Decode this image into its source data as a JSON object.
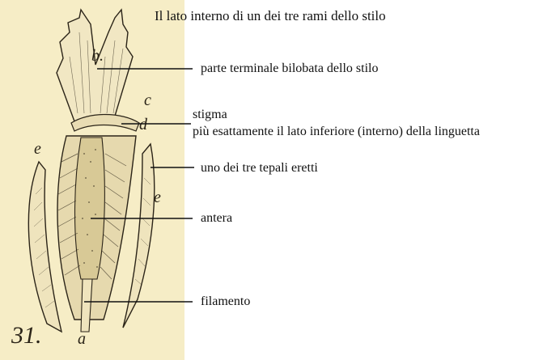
{
  "title": "Il lato interno di un dei tre rami dello stilo",
  "labels": {
    "terminal": "parte terminale bilobata dello stilo",
    "stigma_line1": "stigma",
    "stigma_line2": "più esattamente il lato inferiore (interno) della linguetta",
    "tepal": "uno dei tre tepali eretti",
    "anther": "antera",
    "filament": "filamento"
  },
  "plate": {
    "figure_number": "31.",
    "letters": {
      "b": "b.",
      "c": "c",
      "d": "d",
      "e_left": "e",
      "e_right": "e",
      "a": "a"
    }
  },
  "colors": {
    "paper": "#f6edc6",
    "ink": "#2b2418",
    "background": "#ffffff"
  }
}
